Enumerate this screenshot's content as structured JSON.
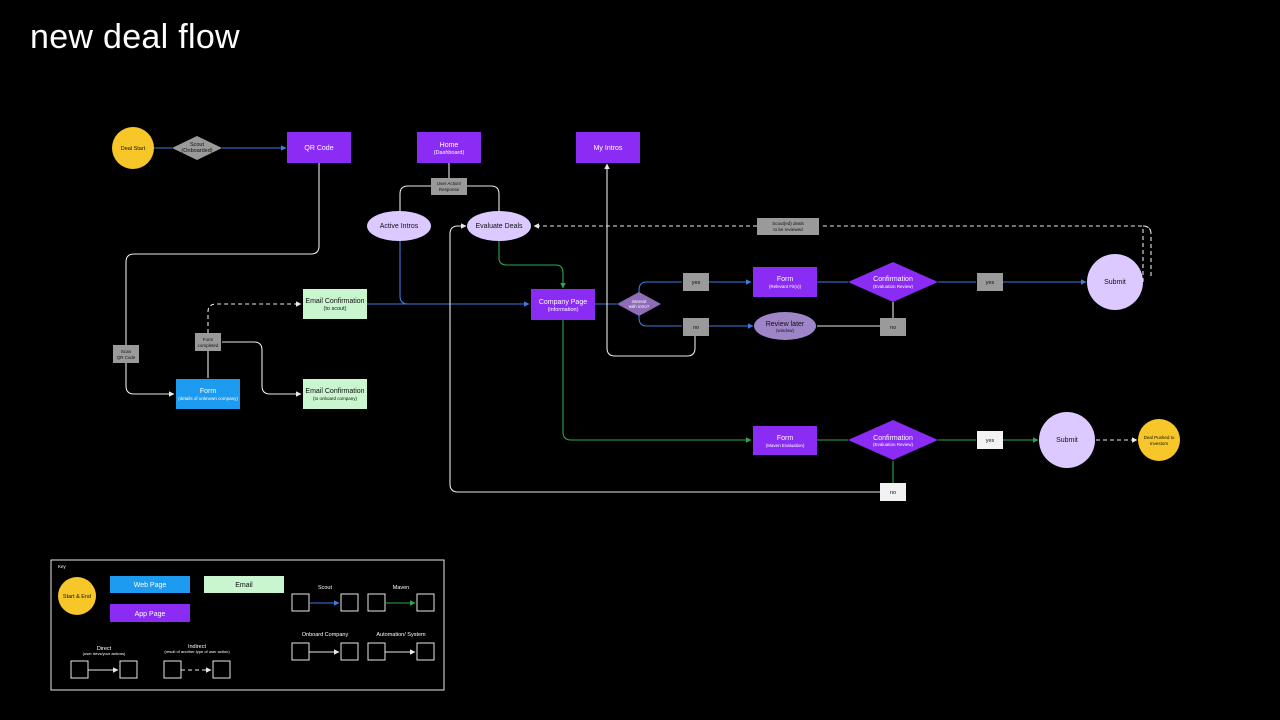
{
  "title": "new deal flow",
  "colors": {
    "app_page": "#8b2cf5",
    "web_page": "#1d9bf0",
    "email": "#c9f5cf",
    "start_end": "#f7c729",
    "ellipse": "#dcc9ff",
    "gray": "#9a9a9a",
    "light": "#f2f2f2",
    "scout": "#3b7de0",
    "maven": "#2fa84a",
    "direct": "#e8e8e8"
  },
  "nodes": {
    "deal_start": "Deal Start",
    "scout_d1": "Scout",
    "scout_d2": "(Onboarded)",
    "qr_code": "QR Code",
    "home_1": "Home",
    "home_2": "(Dashboard)",
    "my_intros": "My Intros",
    "uar_1": "User Action/",
    "uar_2": "Response",
    "active_intros": "Active Intros",
    "evaluate_deals": "Evaluate Deals",
    "sd_1": "Scout(ed) deals",
    "sd_2": "to be reviewed",
    "email_conf_1": "Email Confirmation",
    "email_conf_1_sub": "(to scout)",
    "company_page": "Company Page",
    "company_page_sub": "(information)",
    "intro_d1": "interest",
    "intro_d2": "with intro?",
    "yes_1": "yes",
    "no_1": "no",
    "form_fit": "Form",
    "form_fit_sub": "(Relevant Fit(s))",
    "conf_1": "Confirmation",
    "conf_1_sub": "(Evaluation Review)",
    "yes_2": "yes",
    "submit_1": "Submit",
    "review_later": "Review later",
    "review_later_sub": "(window)",
    "no_2": "no",
    "scan_1": "Scan",
    "scan_2": "QR Code",
    "form_completed_1": "Form",
    "form_completed_2": "completed",
    "form_web": "Form",
    "form_web_sub": "(details of unknown company)",
    "email_conf_2": "Email Confirmation",
    "email_conf_2_sub": "(to onboard company)",
    "form_maven": "Form",
    "form_maven_sub": "(Maven Evaluation)",
    "conf_2": "Confirmation",
    "conf_2_sub": "(Evaluation Review)",
    "yes_3": "yes",
    "submit_2": "Submit",
    "deal_pushed_1": "Deal Pushed to",
    "deal_pushed_2": "Investors",
    "no_3": "no"
  },
  "legend": {
    "title": "Key",
    "start_end": "Start & End",
    "web_page": "Web Page",
    "email": "Email",
    "app_page": "App Page",
    "scout": "Scout",
    "maven": "Maven",
    "onboard_company": "Onboard Company",
    "automation_system": "Automation/ System",
    "direct": "Direct",
    "direct_sub": "(user devs/your actions)",
    "indirect": "Indirect",
    "indirect_sub": "(result of another type of user action)"
  }
}
